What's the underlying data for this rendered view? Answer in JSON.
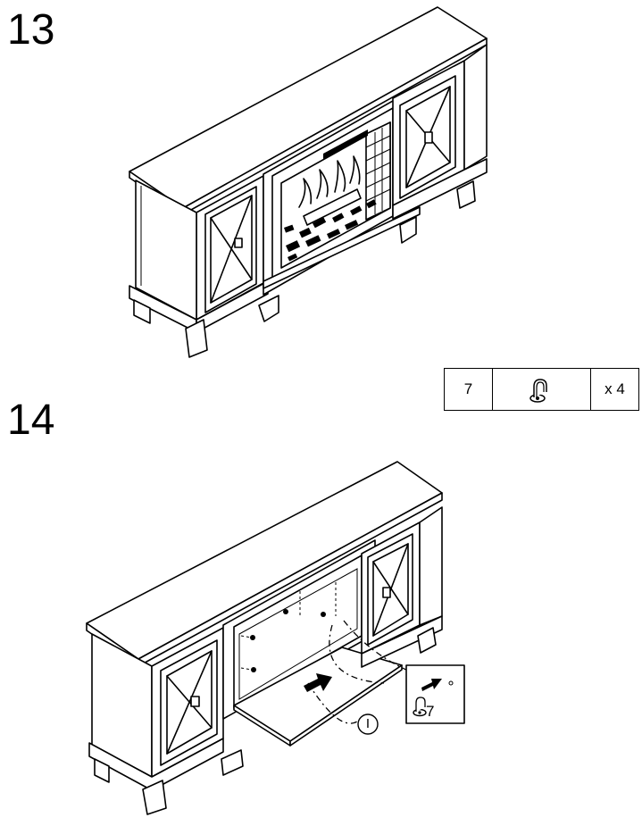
{
  "steps": [
    {
      "number": "13"
    },
    {
      "number": "14"
    }
  ],
  "parts": [
    {
      "id": "7",
      "icon": "shelf-support-clip-icon",
      "quantity": "x 4"
    }
  ],
  "callouts": {
    "part_label": "7",
    "panel_label": "I"
  }
}
